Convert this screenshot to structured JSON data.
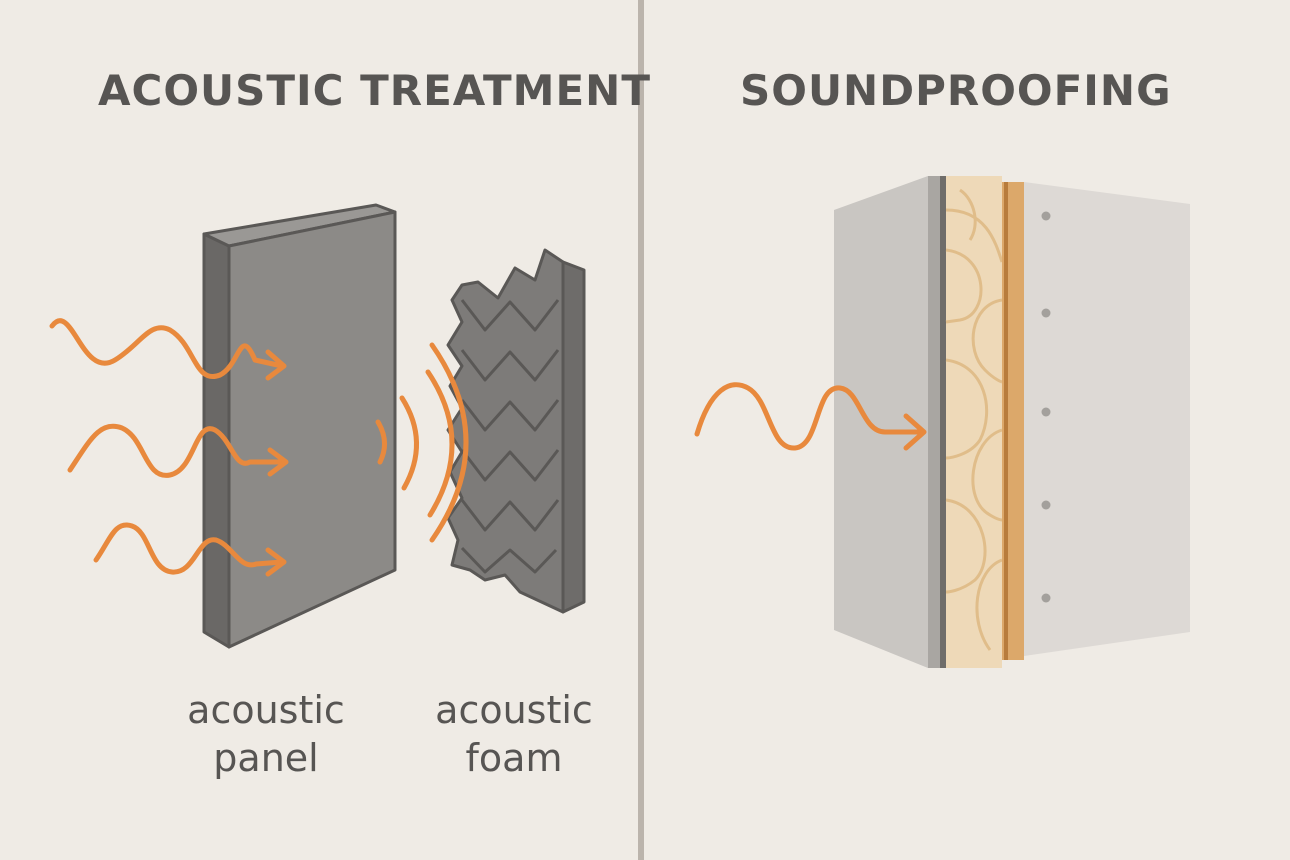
{
  "left_section": {
    "title": "ACOUSTIC TREATMENT",
    "panel_caption": [
      "acoustic",
      "panel"
    ],
    "foam_caption": [
      "acoustic",
      "foam"
    ]
  },
  "right_section": {
    "title": "SOUNDPROOFING"
  },
  "colors": {
    "background": "#efebe5",
    "wave": "#e8893d",
    "panel": "#8c8a87",
    "panel_edge": "#6a6866",
    "foam": "#7d7b79",
    "wall": "#c9c6c2",
    "insulation": "#eed9b8",
    "stud": "#dca86a",
    "drywall": "#ddd9d5",
    "divider": "#bbb4ac",
    "text": "#575553"
  },
  "icons": [
    "sound-wave-arrow-icon",
    "reflection-arc-icon"
  ]
}
